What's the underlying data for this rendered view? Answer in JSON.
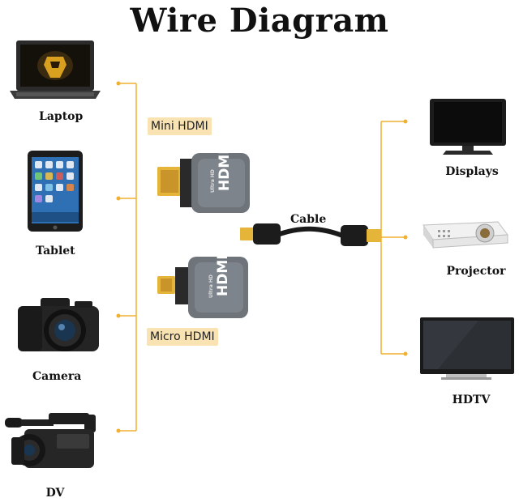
{
  "title": "Wire Diagram",
  "left_devices": [
    {
      "label": "Laptop",
      "icon": "laptop-icon"
    },
    {
      "label": "Tablet",
      "icon": "tablet-icon"
    },
    {
      "label": "Camera",
      "icon": "camera-icon"
    },
    {
      "label": "DV",
      "icon": "camcorder-icon"
    }
  ],
  "right_devices": [
    {
      "label": "Displays",
      "icon": "monitor-icon"
    },
    {
      "label": "Projector",
      "icon": "projector-icon"
    },
    {
      "label": "HDTV",
      "icon": "tv-icon"
    }
  ],
  "adapters": {
    "mini_label": "Mini HDMI",
    "micro_label": "Micro HDMI",
    "brand_small": "Ultra HD",
    "brand": "HDMI"
  },
  "cable_label": "Cable",
  "colors": {
    "line": "#f0b030",
    "tag_bg": "#f9e3b3",
    "connector_gold": "#e5b53a",
    "adapter_gray": "#6e747a"
  }
}
